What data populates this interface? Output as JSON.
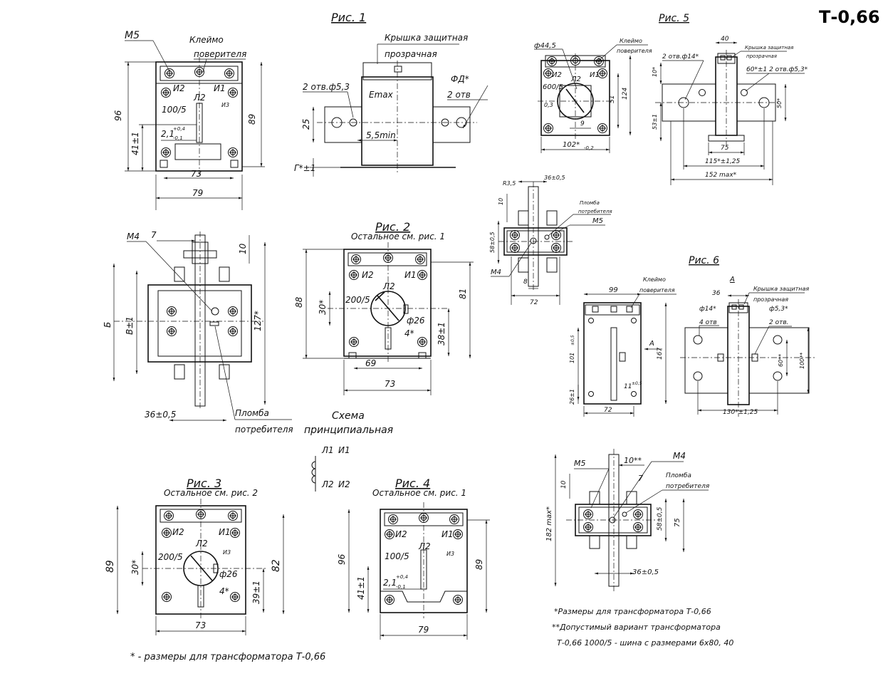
{
  "title": "Т-0,66",
  "footnote_left": "* - размеры для трансформатора Т-0,66",
  "footnotes_right": [
    "*Размеры для трансформатора Т-0,66",
    "**Допустимый вариант трансформатора",
    "Т-0,66 1000/5 - шина с размерами 6х80, 40"
  ],
  "fig1": {
    "caption": "Рис. 1",
    "m5": "М5",
    "klemmo": "Клеймо",
    "poveritelya": "поверителя",
    "i2": "И2",
    "i1": "И1",
    "l2": "Л2",
    "ratio": "100/5",
    "i3": "И3",
    "d_96": "96",
    "d_89": "89",
    "d_41": "41±1",
    "d_21": "2,1",
    "d_21_sup": "+0,4",
    "d_21_sub": "-0,1",
    "d_73": "73",
    "d_79": "79",
    "cover1": "Крышка защитная",
    "cover2": "прозрачная",
    "holes": "2 отв.ф5,3",
    "fd": "ФД*",
    "fd2": "2 отв",
    "emax": "Emax",
    "d_25": "25",
    "d_55": "5,5min",
    "d_g": "Г*±1"
  },
  "fig2": {
    "caption": "Рис. 2",
    "sub": "Остальное см. рис. 1",
    "i2": "И2",
    "i1": "И1",
    "l2": "Л2",
    "ratio": "200/5",
    "d_phi26": "ф26",
    "d_88": "88",
    "d_81": "81",
    "d_30": "30*",
    "d_4": "4*",
    "d_38": "38±1",
    "d_69": "69",
    "d_73": "73"
  },
  "side_view": {
    "m4": "М4",
    "d_7": "7",
    "d_10": "10",
    "d_b": "Б",
    "d_v": "В±1",
    "d_127": "127*",
    "d_36": "36±0,5",
    "plomba": "Пломба",
    "potrebitelya": "потребителя"
  },
  "scheme": {
    "title1": "Схема",
    "title2": "принципиальная",
    "l1": "Л1",
    "i1": "И1",
    "l2": "Л2",
    "i2": "И2"
  },
  "fig3": {
    "caption": "Рис. 3",
    "sub": "Остальное см. рис. 2",
    "i2": "И2",
    "i1": "И1",
    "l2": "Л2",
    "ratio": "200/5",
    "i3": "И3",
    "d_phi26": "ф26",
    "d_89": "89",
    "d_82": "82",
    "d_30": "30*",
    "d_4": "4*",
    "d_39": "39±1",
    "d_73": "73"
  },
  "fig4": {
    "caption": "Рис. 4",
    "sub": "Остальное см. рис. 1",
    "i2": "И2",
    "i1": "И1",
    "l2": "Л2",
    "ratio": "100/5",
    "i3": "И3",
    "d_96": "96",
    "d_89": "89",
    "d_41": "41±1",
    "d_21": "2,1",
    "d_21_sup": "+0,4",
    "d_21_sub": "-0,1",
    "d_79": "79"
  },
  "fig5": {
    "caption": "Рис. 5",
    "phi": "ф44,5",
    "klemmo": "Клеймо",
    "poveritelya": "поверителя",
    "i2": "И2",
    "i1": "И1",
    "l2": "Л2",
    "ratio": "600/5",
    "d_03": "0,3",
    "d_51": "51",
    "d_124": "124",
    "d_9": "9",
    "d_102": "102*",
    "d_102_sub": "-0,2",
    "d_40": "40",
    "cover1": "Крышка защитная",
    "cover2": "прозрачная",
    "holes14": "2 отв.ф14*",
    "holes53": "60*±1  2 отв.ф5,3*",
    "d_10": "10*",
    "d_50": "50*",
    "d_53": "53±1",
    "d_75": "75",
    "d_115": "115*±1,25",
    "d_152": "152 max*"
  },
  "mid_view": {
    "r35": "R3,5",
    "d_36": "36±0,5",
    "d_10": "10",
    "d_58": "58±0,5",
    "plomba": "Пломба",
    "potrebitelya": "потребителя",
    "m5": "М5",
    "m4": "М4",
    "d_8": "8",
    "d_72": "72"
  },
  "fig6": {
    "caption": "Рис. 6",
    "klemmo": "Клеймо",
    "poveritelya": "поверителя",
    "d_99": "99",
    "a": "А",
    "d_101": "101",
    "d_101_sup": "±0,5",
    "d_167": "167",
    "d_11": "11",
    "d_11_sup": "±0,5",
    "d_26": "26±1",
    "d_72": "72",
    "a2": "А",
    "d_36": "36",
    "cover1": "Крышка защитная",
    "cover2": "прозрачная",
    "phi14": "ф14*",
    "holes4": "4 отв",
    "phi53": "ф5,3*",
    "holes2": "2 отв.",
    "d_60": "60**",
    "d_100": "100**",
    "d_130": "130*±1,25"
  },
  "bottom_right": {
    "m5": "М5",
    "d_10s": "10**",
    "m4": "М4",
    "d_7": "7",
    "plomba": "Пломба",
    "potrebitelya": "потребителя",
    "d_10": "10",
    "d_182": "182 max*",
    "d_58": "58±0,5",
    "d_75": "75",
    "d_36": "36±0,5"
  }
}
